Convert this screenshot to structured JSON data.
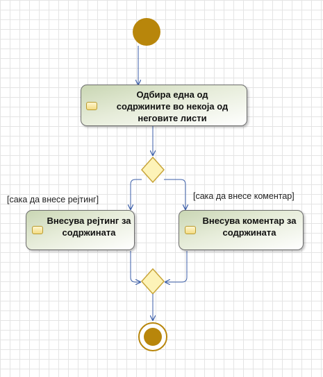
{
  "diagram": {
    "actions": {
      "select_content": {
        "label": "Одбира една од содржините во некоја од неговите листи"
      },
      "rate_content": {
        "label": "Внесува рејтинг за содржината"
      },
      "comment_content": {
        "label": "Внесува коментар за содржината"
      }
    },
    "guards": {
      "rate": "[сака да внесе рејтинг]",
      "comment": "[сака да внесе коментар]"
    },
    "colors": {
      "node_fill": "#b8860b",
      "diamond_fill": "#fdf3b8",
      "diamond_stroke": "#c8a53a",
      "flow_line": "#3b5ea8"
    }
  }
}
